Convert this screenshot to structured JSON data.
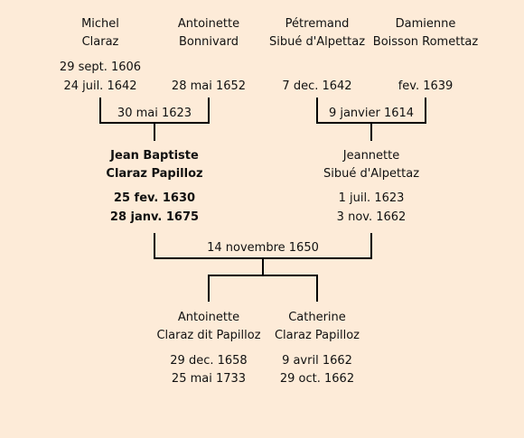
{
  "grandparents": {
    "michel": {
      "first": "Michel",
      "last": "Claraz",
      "birth": "29 sept. 1606",
      "death": "24 juil. 1642"
    },
    "antoinette": {
      "first": "Antoinette",
      "last": "Bonnivard",
      "death": "28 mai 1652"
    },
    "petremand": {
      "first": "Pétremand",
      "last": "Sibué d'Alpettaz",
      "death": "7 dec. 1642"
    },
    "damienne": {
      "first": "Damienne",
      "last": "Boisson Romettaz",
      "death": "fev. 1639"
    }
  },
  "marriages": {
    "claraz_bonnivard": "30 mai 1623",
    "sibue_boisson": "9 janvier 1614",
    "claraz_sibue": "14 novembre 1650"
  },
  "parents": {
    "jean_baptiste": {
      "first": "Jean Baptiste",
      "last": "Claraz Papilloz",
      "birth": "25 fev. 1630",
      "death": "28 janv. 1675"
    },
    "jeannette": {
      "first": "Jeannette",
      "last": "Sibué d'Alpettaz",
      "birth": "1 juil. 1623",
      "death": "3 nov. 1662"
    }
  },
  "children": {
    "antoinette": {
      "first": "Antoinette",
      "last": "Claraz dit Papilloz",
      "birth": "29 dec. 1658",
      "death": "25 mai 1733"
    },
    "catherine": {
      "first": "Catherine",
      "last": "Claraz Papilloz",
      "birth": "9 avril 1662",
      "death": "29 oct. 1662"
    }
  }
}
